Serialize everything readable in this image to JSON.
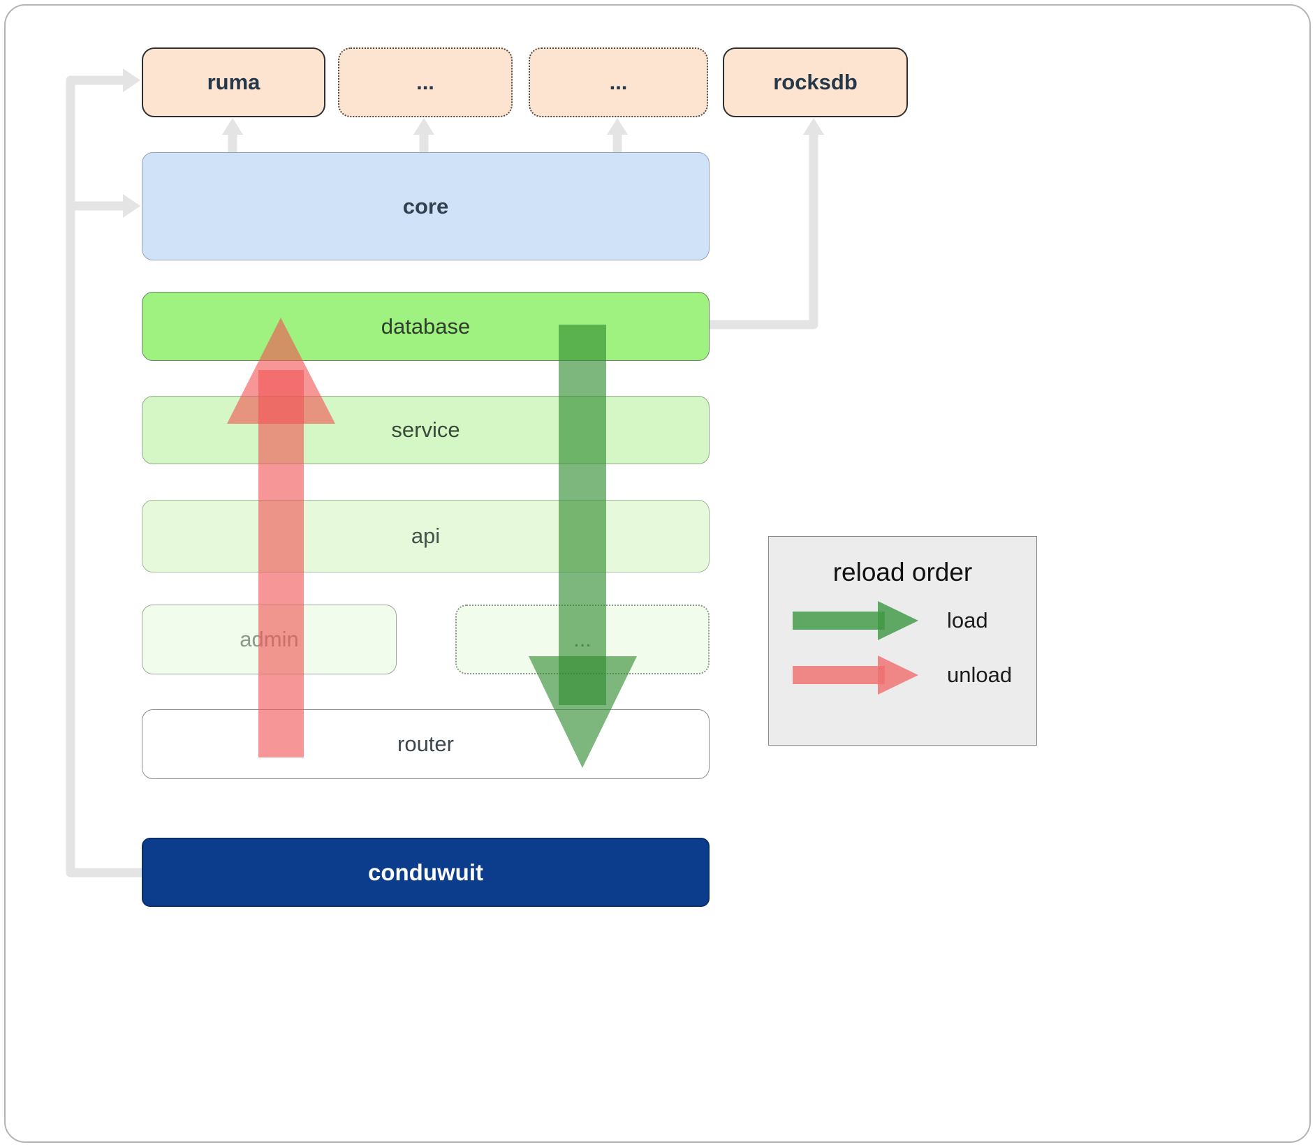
{
  "nodes": {
    "ruma": "ruma",
    "ext1": "...",
    "ext2": "...",
    "rocksdb": "rocksdb",
    "core": "core",
    "database": "database",
    "service": "service",
    "api": "api",
    "admin": "admin",
    "more": "...",
    "router": "router",
    "conduwuit": "conduwuit"
  },
  "legend": {
    "title": "reload order",
    "load_label": "load",
    "unload_label": "unload"
  },
  "colors": {
    "peach_bg": "#fce4d1",
    "core_bg": "#cfe2f7",
    "database_bg": "#9ff27f",
    "service_bg": "#d5f6c5",
    "api_bg": "#e6fadb",
    "admin_bg": "#f1fcec",
    "more_bg": "#f1fcec",
    "router_bg": "#ffffff",
    "conduwuit_bg": "#0b3d8c",
    "arrow_gray": "#e4e4e4",
    "load_arrow_green": "#2e8b2e",
    "unload_arrow_red": "#f05555",
    "legend_bg": "#ececec",
    "legend_green": "#3f9944",
    "legend_red": "#f07070"
  }
}
